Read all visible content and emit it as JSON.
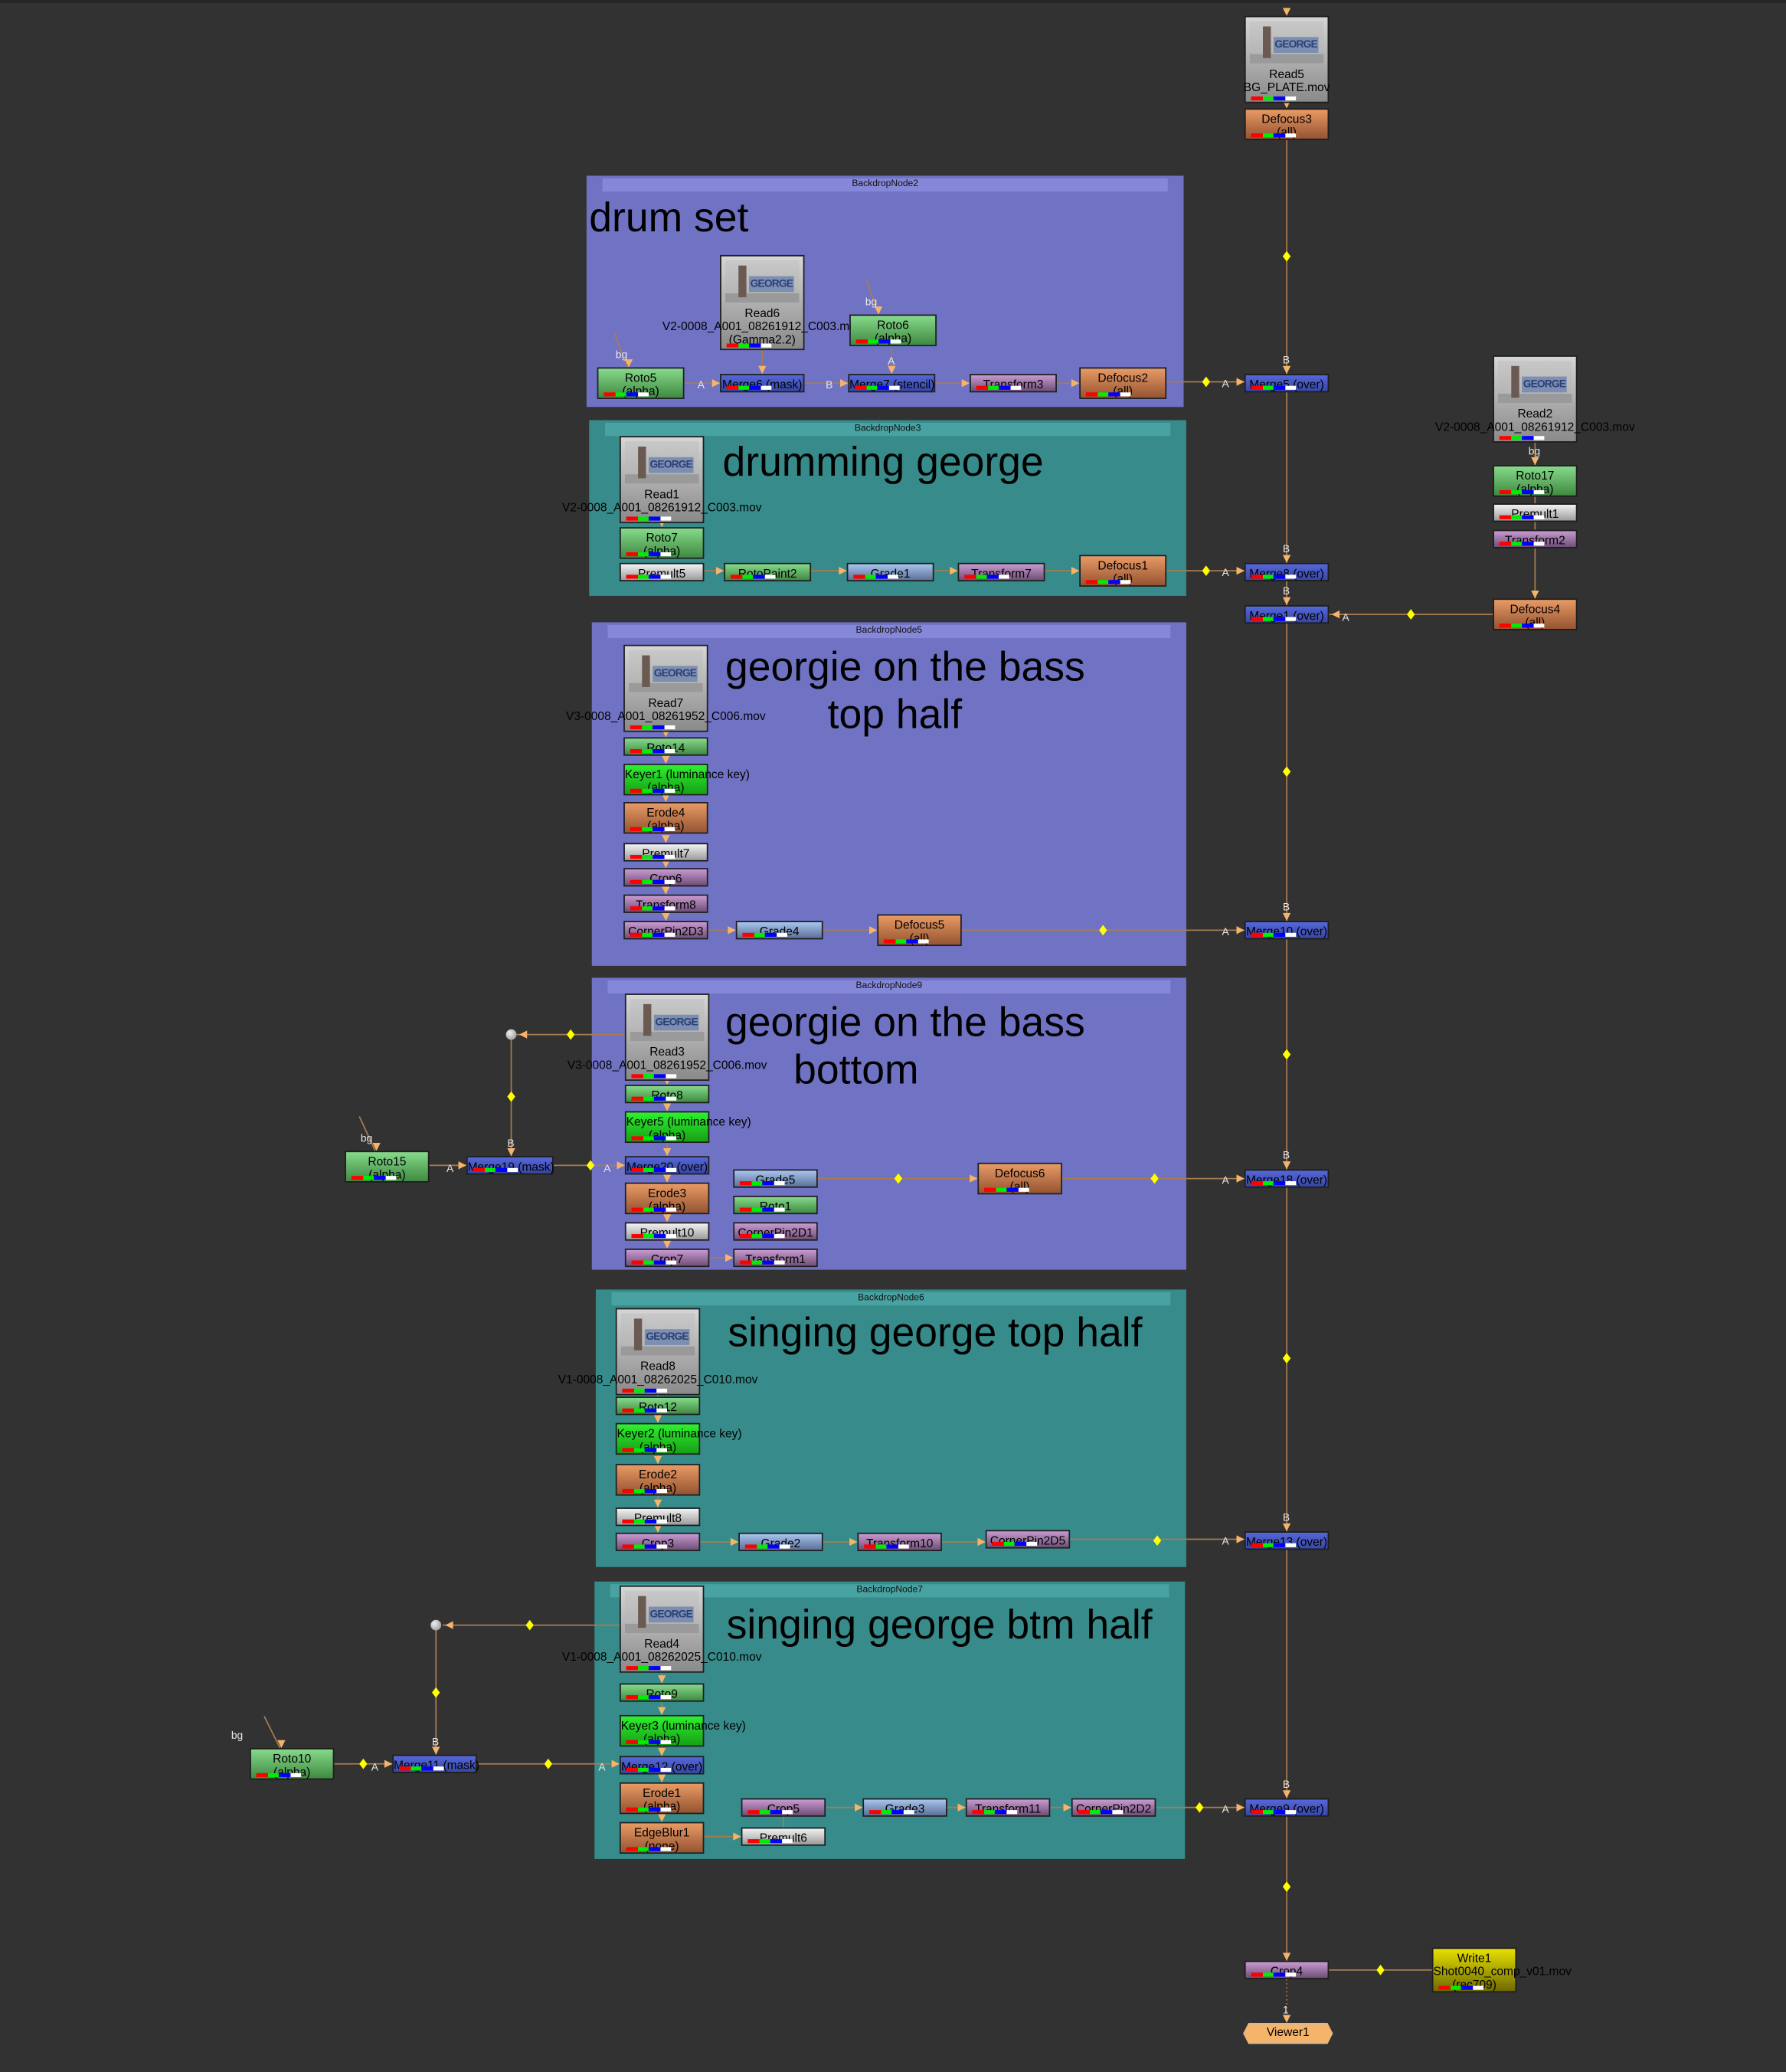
{
  "app": "Node Graph",
  "backdrops": [
    {
      "id": "BackdropNode2",
      "label": "drum set",
      "color": "purple"
    },
    {
      "id": "BackdropNode3",
      "label": "drumming george",
      "color": "teal"
    },
    {
      "id": "BackdropNode5",
      "label": "georgie on the bass\n         top half",
      "color": "purple"
    },
    {
      "id": "BackdropNode9",
      "label": "georgie on the bass\n      bottom",
      "color": "purple"
    },
    {
      "id": "BackdropNode6",
      "label": "singing george top half",
      "color": "teal"
    },
    {
      "id": "BackdropNode7",
      "label": "singing george btm half",
      "color": "teal"
    }
  ],
  "nodes": {
    "Read5": {
      "name": "Read5",
      "file": "BG_PLATE.mov"
    },
    "Defocus3": {
      "name": "Defocus3",
      "sub": "(all)"
    },
    "Read6": {
      "name": "Read6",
      "file": "V2-0008_A001_08261912_C003.mov",
      "sub": "(Gamma2.2)"
    },
    "Roto5": {
      "name": "Roto5",
      "sub": "(alpha)"
    },
    "Roto6": {
      "name": "Roto6",
      "sub": "(alpha)"
    },
    "Merge6": {
      "name": "Merge6 (mask)"
    },
    "Merge7": {
      "name": "Merge7 (stencil)"
    },
    "Transform3": {
      "name": "Transform3"
    },
    "Defocus2": {
      "name": "Defocus2",
      "sub": "(all)"
    },
    "Merge5": {
      "name": "Merge5 (over)"
    },
    "Read2": {
      "name": "Read2",
      "file": "V2-0008_A001_08261912_C003.mov"
    },
    "Roto17": {
      "name": "Roto17",
      "sub": "(alpha)"
    },
    "Premult1": {
      "name": "Premult1"
    },
    "Transform2": {
      "name": "Transform2"
    },
    "Defocus4": {
      "name": "Defocus4",
      "sub": "(all)"
    },
    "Read1": {
      "name": "Read1",
      "file": "V2-0008_A001_08261912_C003.mov"
    },
    "Roto7": {
      "name": "Roto7",
      "sub": "(alpha)"
    },
    "Premult5": {
      "name": "Premult5"
    },
    "RotoPaint2": {
      "name": "RotoPaint2"
    },
    "Grade1": {
      "name": "Grade1"
    },
    "Transform7": {
      "name": "Transform7"
    },
    "Defocus1": {
      "name": "Defocus1",
      "sub": "(all)"
    },
    "Merge8": {
      "name": "Merge8 (over)"
    },
    "Merge1": {
      "name": "Merge1 (over)"
    },
    "Read7": {
      "name": "Read7",
      "file": "V3-0008_A001_08261952_C006.mov"
    },
    "Roto14": {
      "name": "Roto14"
    },
    "Keyer1": {
      "name": "Keyer1 (luminance key)",
      "sub": "(alpha)"
    },
    "Erode4": {
      "name": "Erode4",
      "sub": "(alpha)"
    },
    "Premult7": {
      "name": "Premult7"
    },
    "Crop6": {
      "name": "Crop6"
    },
    "Transform8": {
      "name": "Transform8"
    },
    "CornerPin2D3": {
      "name": "CornerPin2D3"
    },
    "Grade4": {
      "name": "Grade4"
    },
    "Defocus5": {
      "name": "Defocus5",
      "sub": "(all)"
    },
    "Merge10": {
      "name": "Merge10 (over)"
    },
    "Read3": {
      "name": "Read3",
      "file": "V3-0008_A001_08261952_C006.mov"
    },
    "Roto8": {
      "name": "Roto8"
    },
    "Keyer5": {
      "name": "Keyer5 (luminance key)",
      "sub": "(alpha)"
    },
    "Merge20": {
      "name": "Merge20 (over)"
    },
    "Erode3": {
      "name": "Erode3",
      "sub": "(alpha)"
    },
    "Premult10": {
      "name": "Premult10"
    },
    "Crop7": {
      "name": "Crop7"
    },
    "Grade5": {
      "name": "Grade5"
    },
    "Roto1": {
      "name": "Roto1"
    },
    "CornerPin2D1": {
      "name": "CornerPin2D1"
    },
    "Transform1": {
      "name": "Transform1"
    },
    "Defocus6": {
      "name": "Defocus6",
      "sub": "(all)"
    },
    "Merge18": {
      "name": "Merge18 (over)"
    },
    "Roto15": {
      "name": "Roto15",
      "sub": "(alpha)"
    },
    "Merge19": {
      "name": "Merge19 (mask)"
    },
    "Read8": {
      "name": "Read8",
      "file": "V1-0008_A001_08262025_C010.mov"
    },
    "Roto12": {
      "name": "Roto12"
    },
    "Keyer2": {
      "name": "Keyer2 (luminance key)",
      "sub": "(alpha)"
    },
    "Erode2": {
      "name": "Erode2",
      "sub": "(alpha)"
    },
    "Premult8": {
      "name": "Premult8"
    },
    "Crop3": {
      "name": "Crop3"
    },
    "Grade2": {
      "name": "Grade2"
    },
    "Transform10": {
      "name": "Transform10"
    },
    "CornerPin2D5": {
      "name": "CornerPin2D5"
    },
    "Merge13": {
      "name": "Merge13 (over)"
    },
    "Read4": {
      "name": "Read4",
      "file": "V1-0008_A001_08262025_C010.mov"
    },
    "Roto9": {
      "name": "Roto9"
    },
    "Keyer3": {
      "name": "Keyer3 (luminance key)",
      "sub": "(alpha)"
    },
    "Merge12": {
      "name": "Merge12 (over)"
    },
    "Erode1": {
      "name": "Erode1",
      "sub": "(alpha)"
    },
    "EdgeBlur1": {
      "name": "EdgeBlur1",
      "sub": "(none)"
    },
    "Crop5": {
      "name": "Crop5"
    },
    "Premult6": {
      "name": "Premult6"
    },
    "Grade3": {
      "name": "Grade3"
    },
    "Transform11": {
      "name": "Transform11"
    },
    "CornerPin2D2": {
      "name": "CornerPin2D2"
    },
    "Merge9": {
      "name": "Merge9 (over)"
    },
    "Roto10": {
      "name": "Roto10",
      "sub": "(alpha)"
    },
    "Merge11": {
      "name": "Merge11 (mask)"
    },
    "Crop4": {
      "name": "Crop4"
    },
    "Write1": {
      "name": "Write1",
      "file": "Shot0040_comp_v01.mov",
      "sub": "(rec709)"
    },
    "Viewer1": {
      "name": "Viewer1"
    }
  },
  "input_labels": {
    "a": "A",
    "b": "B",
    "bg": "bg",
    "viewer_input": "1"
  },
  "colors": {
    "wire": "#a67c52",
    "arrow": "#f6b46a",
    "dot": "#ffff00",
    "merge": "#4556c4",
    "roto": "#5cb860",
    "keyer": "#22d022",
    "orange": "#c3794a",
    "premult": "#d0d0d0",
    "purple": "#a678ae",
    "grade": "#8aa3cf",
    "write": "#c8c400",
    "viewer": "#f6b46a",
    "backdrop_purple": "#7073c4",
    "backdrop_teal": "#378b8b",
    "canvas": "#323232"
  }
}
